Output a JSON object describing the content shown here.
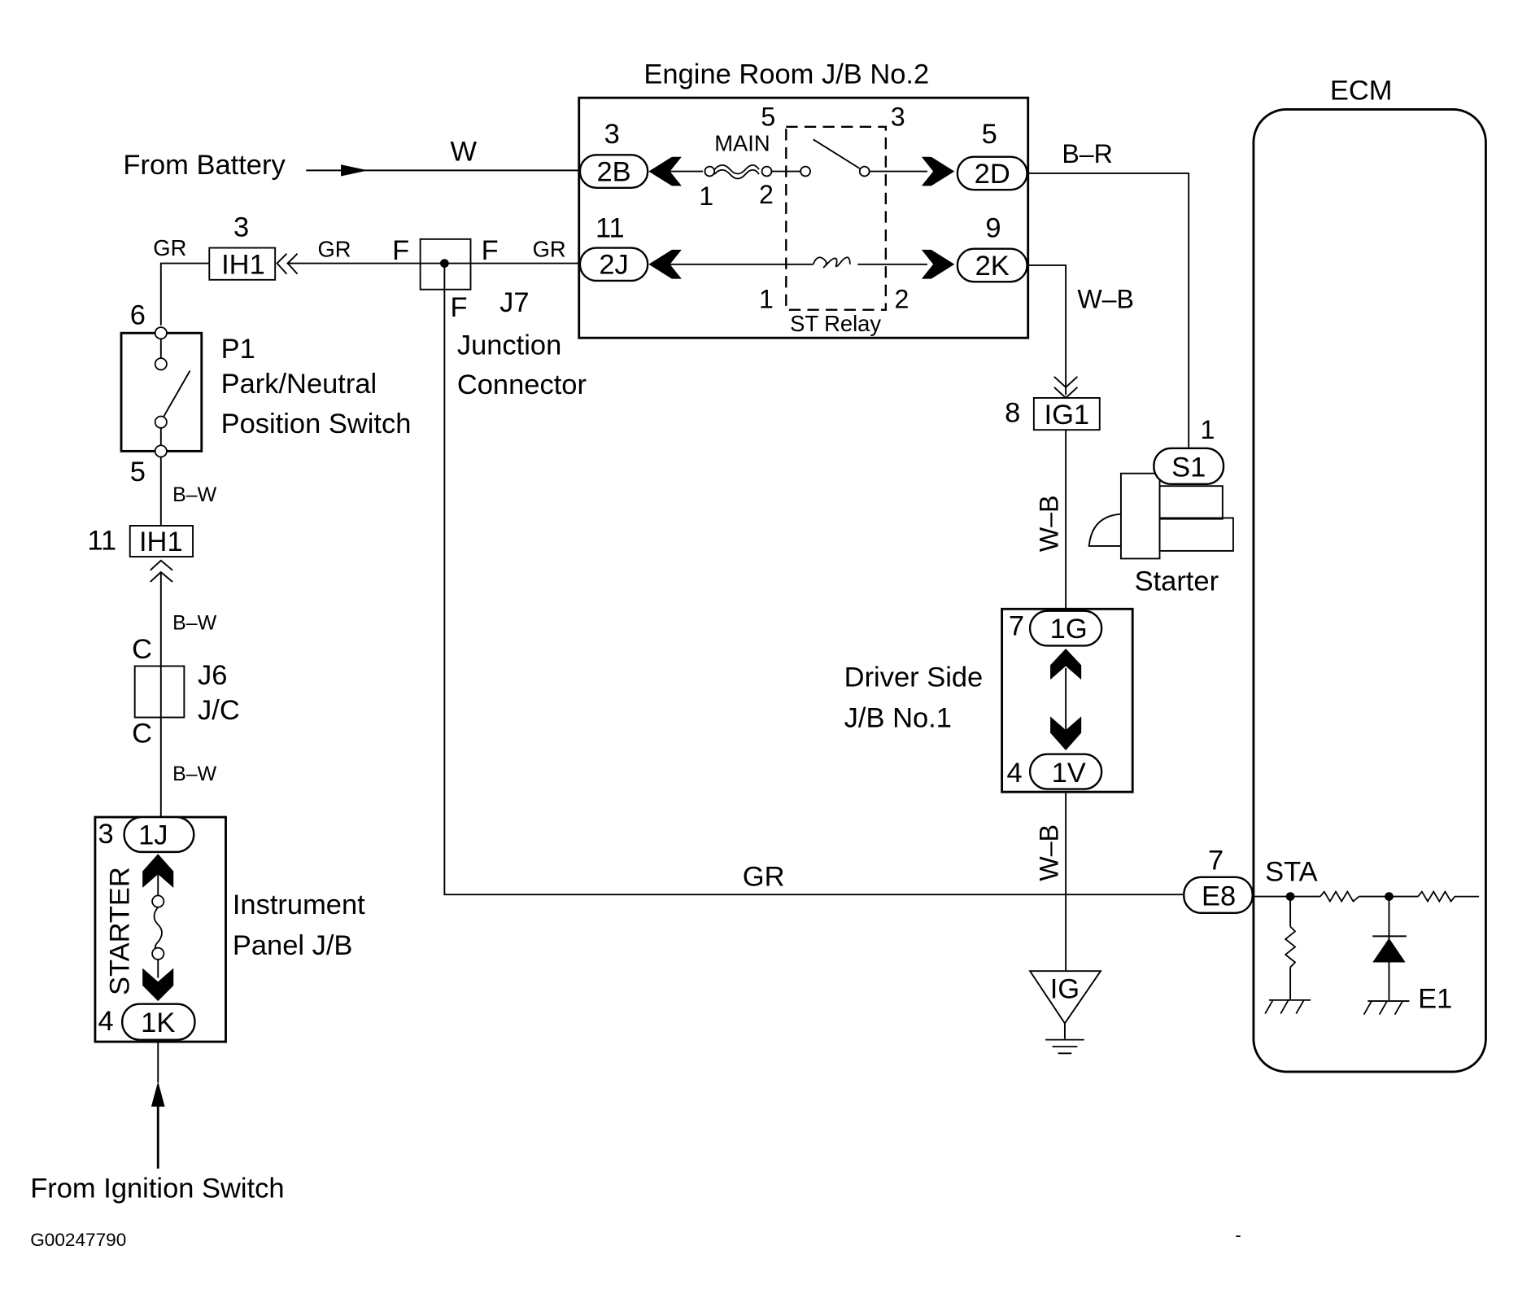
{
  "diagram": {
    "type": "wiring-schematic",
    "title": "Starter Signal Circuit",
    "figure_id": "G00247790",
    "sources": {
      "battery": "From Battery",
      "ignition": "From Ignition Switch"
    },
    "components": {
      "engine_room_jb": {
        "label": "Engine Room J/B No.2",
        "fuse_label": "MAIN",
        "fuse_pin_1": "1",
        "fuse_pin_2": "2",
        "relay_label": "ST Relay",
        "relay_pin_5": "5",
        "relay_pin_3": "3",
        "relay_pin_1": "1",
        "relay_pin_2": "2",
        "connectors": {
          "c2B": {
            "id": "2B",
            "pin": "3"
          },
          "c2D": {
            "id": "2D",
            "pin": "5"
          },
          "c2J": {
            "id": "2J",
            "pin": "11"
          },
          "c2K": {
            "id": "2K",
            "pin": "9"
          }
        }
      },
      "park_neutral_switch": {
        "code": "P1",
        "label_line1": "Park/Neutral",
        "label_line2": "Position Switch",
        "pin_top": "6",
        "pin_bottom": "5"
      },
      "ih1_top": {
        "id": "IH1",
        "pin": "3"
      },
      "ih1_bottom": {
        "id": "IH1",
        "pin": "11"
      },
      "j7": {
        "code": "J7",
        "label_line1": "Junction",
        "label_line2": "Connector",
        "pin_left": "F",
        "pin_right": "F",
        "pin_bottom": "F"
      },
      "j6": {
        "code": "J6",
        "label": "J/C",
        "pin_top": "C",
        "pin_bottom": "C"
      },
      "instrument_panel_jb": {
        "label_line1": "Instrument",
        "label_line2": "Panel J/B",
        "fuse_label": "STARTER",
        "c1J": {
          "id": "1J",
          "pin": "3"
        },
        "c1K": {
          "id": "1K",
          "pin": "4"
        }
      },
      "ig1": {
        "id": "IG1",
        "pin": "8"
      },
      "driver_side_jb": {
        "label_line1": "Driver Side",
        "label_line2": "J/B No.1",
        "c1G": {
          "id": "1G",
          "pin": "7"
        },
        "c1V": {
          "id": "1V",
          "pin": "4"
        }
      },
      "ground_ig": {
        "label": "IG"
      },
      "starter": {
        "label": "Starter",
        "connector": {
          "id": "S1",
          "pin": "1"
        }
      },
      "ecm": {
        "label": "ECM",
        "connector": {
          "id": "E8",
          "pin": "7"
        },
        "terminal_sta": "STA",
        "terminal_e1": "E1"
      }
    },
    "wire_colors": {
      "battery_feed": "W",
      "relay_out": "B–R",
      "coil_ground": "W–B",
      "ig1_down": "W–B",
      "jb1_down": "W–B",
      "sta_line": "GR",
      "ih1_left": "GR",
      "ih1_right": "GR",
      "j7_right": "GR",
      "pnp_out": "B–W",
      "ih1_bottom_out": "B–W",
      "jc_out": "B–W"
    },
    "footer_mark": "-"
  }
}
